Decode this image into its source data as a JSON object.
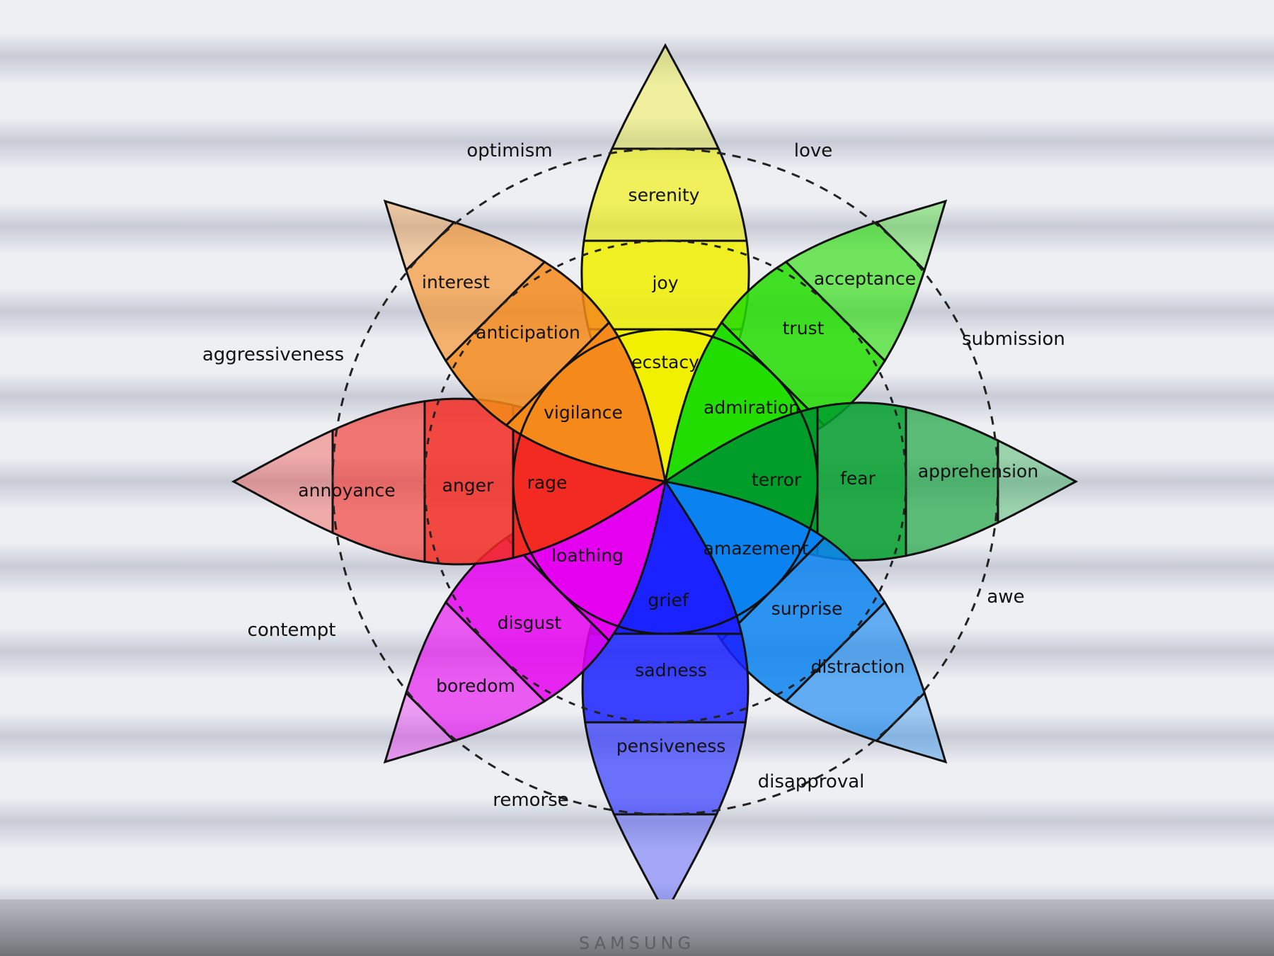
{
  "screen_brand": "SAMSUNG",
  "petals": [
    {
      "id": "yellow",
      "color": "#f0f000",
      "labels": {
        "inner": "ecstacy",
        "middle": "joy",
        "outer": "serenity"
      }
    },
    {
      "id": "lightgreen",
      "color": "#22dd00",
      "labels": {
        "inner": "admiration",
        "middle": "trust",
        "outer": "acceptance"
      }
    },
    {
      "id": "green",
      "color": "#009d2a",
      "labels": {
        "inner": "terror",
        "middle": "fear",
        "outer": "apprehension"
      }
    },
    {
      "id": "cyan",
      "color": "#0a83f0",
      "labels": {
        "inner": "amazement",
        "middle": "surprise",
        "outer": "distraction"
      }
    },
    {
      "id": "blue",
      "color": "#1a22ff",
      "labels": {
        "inner": "grief",
        "middle": "sadness",
        "outer": "pensiveness"
      }
    },
    {
      "id": "purple",
      "color": "#e600f0",
      "labels": {
        "inner": "loathing",
        "middle": "disgust",
        "outer": "boredom"
      }
    },
    {
      "id": "red",
      "color": "#f22a22",
      "labels": {
        "inner": "rage",
        "middle": "anger",
        "outer": "annoyance"
      }
    },
    {
      "id": "orange",
      "color": "#f58a1a",
      "labels": {
        "inner": "vigilance",
        "middle": "anticipation",
        "outer": "interest"
      }
    }
  ],
  "dyads": {
    "love": "love",
    "submission": "submission",
    "awe": "awe",
    "disapproval": "disapproval",
    "remorse": "remorse",
    "contempt": "contempt",
    "aggressiveness": "aggressiveness",
    "optimism": "optimism"
  }
}
